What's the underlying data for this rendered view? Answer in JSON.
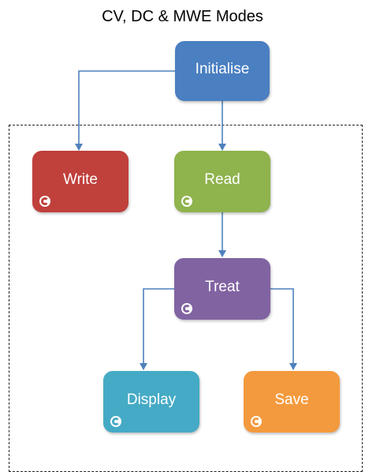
{
  "title": "CV, DC & MWE Modes",
  "colors": {
    "initialise": "#4a7fc1",
    "write": "#c0403c",
    "read": "#8fb34d",
    "treat": "#8163a2",
    "display": "#45aac5",
    "save": "#f49a3e",
    "edge": "#4f81bd"
  },
  "nodes": {
    "initialise": {
      "label": "Initialise",
      "has_loop_icon": false
    },
    "write": {
      "label": "Write",
      "has_loop_icon": true
    },
    "read": {
      "label": "Read",
      "has_loop_icon": true
    },
    "treat": {
      "label": "Treat",
      "has_loop_icon": true
    },
    "display": {
      "label": "Display",
      "has_loop_icon": true
    },
    "save": {
      "label": "Save",
      "has_loop_icon": true
    }
  },
  "edges": [
    {
      "from": "Initialise",
      "to": "Write"
    },
    {
      "from": "Initialise",
      "to": "Read"
    },
    {
      "from": "Read",
      "to": "Treat"
    },
    {
      "from": "Treat",
      "to": "Display"
    },
    {
      "from": "Treat",
      "to": "Save"
    }
  ],
  "icons": {
    "loop": "loop-icon"
  }
}
